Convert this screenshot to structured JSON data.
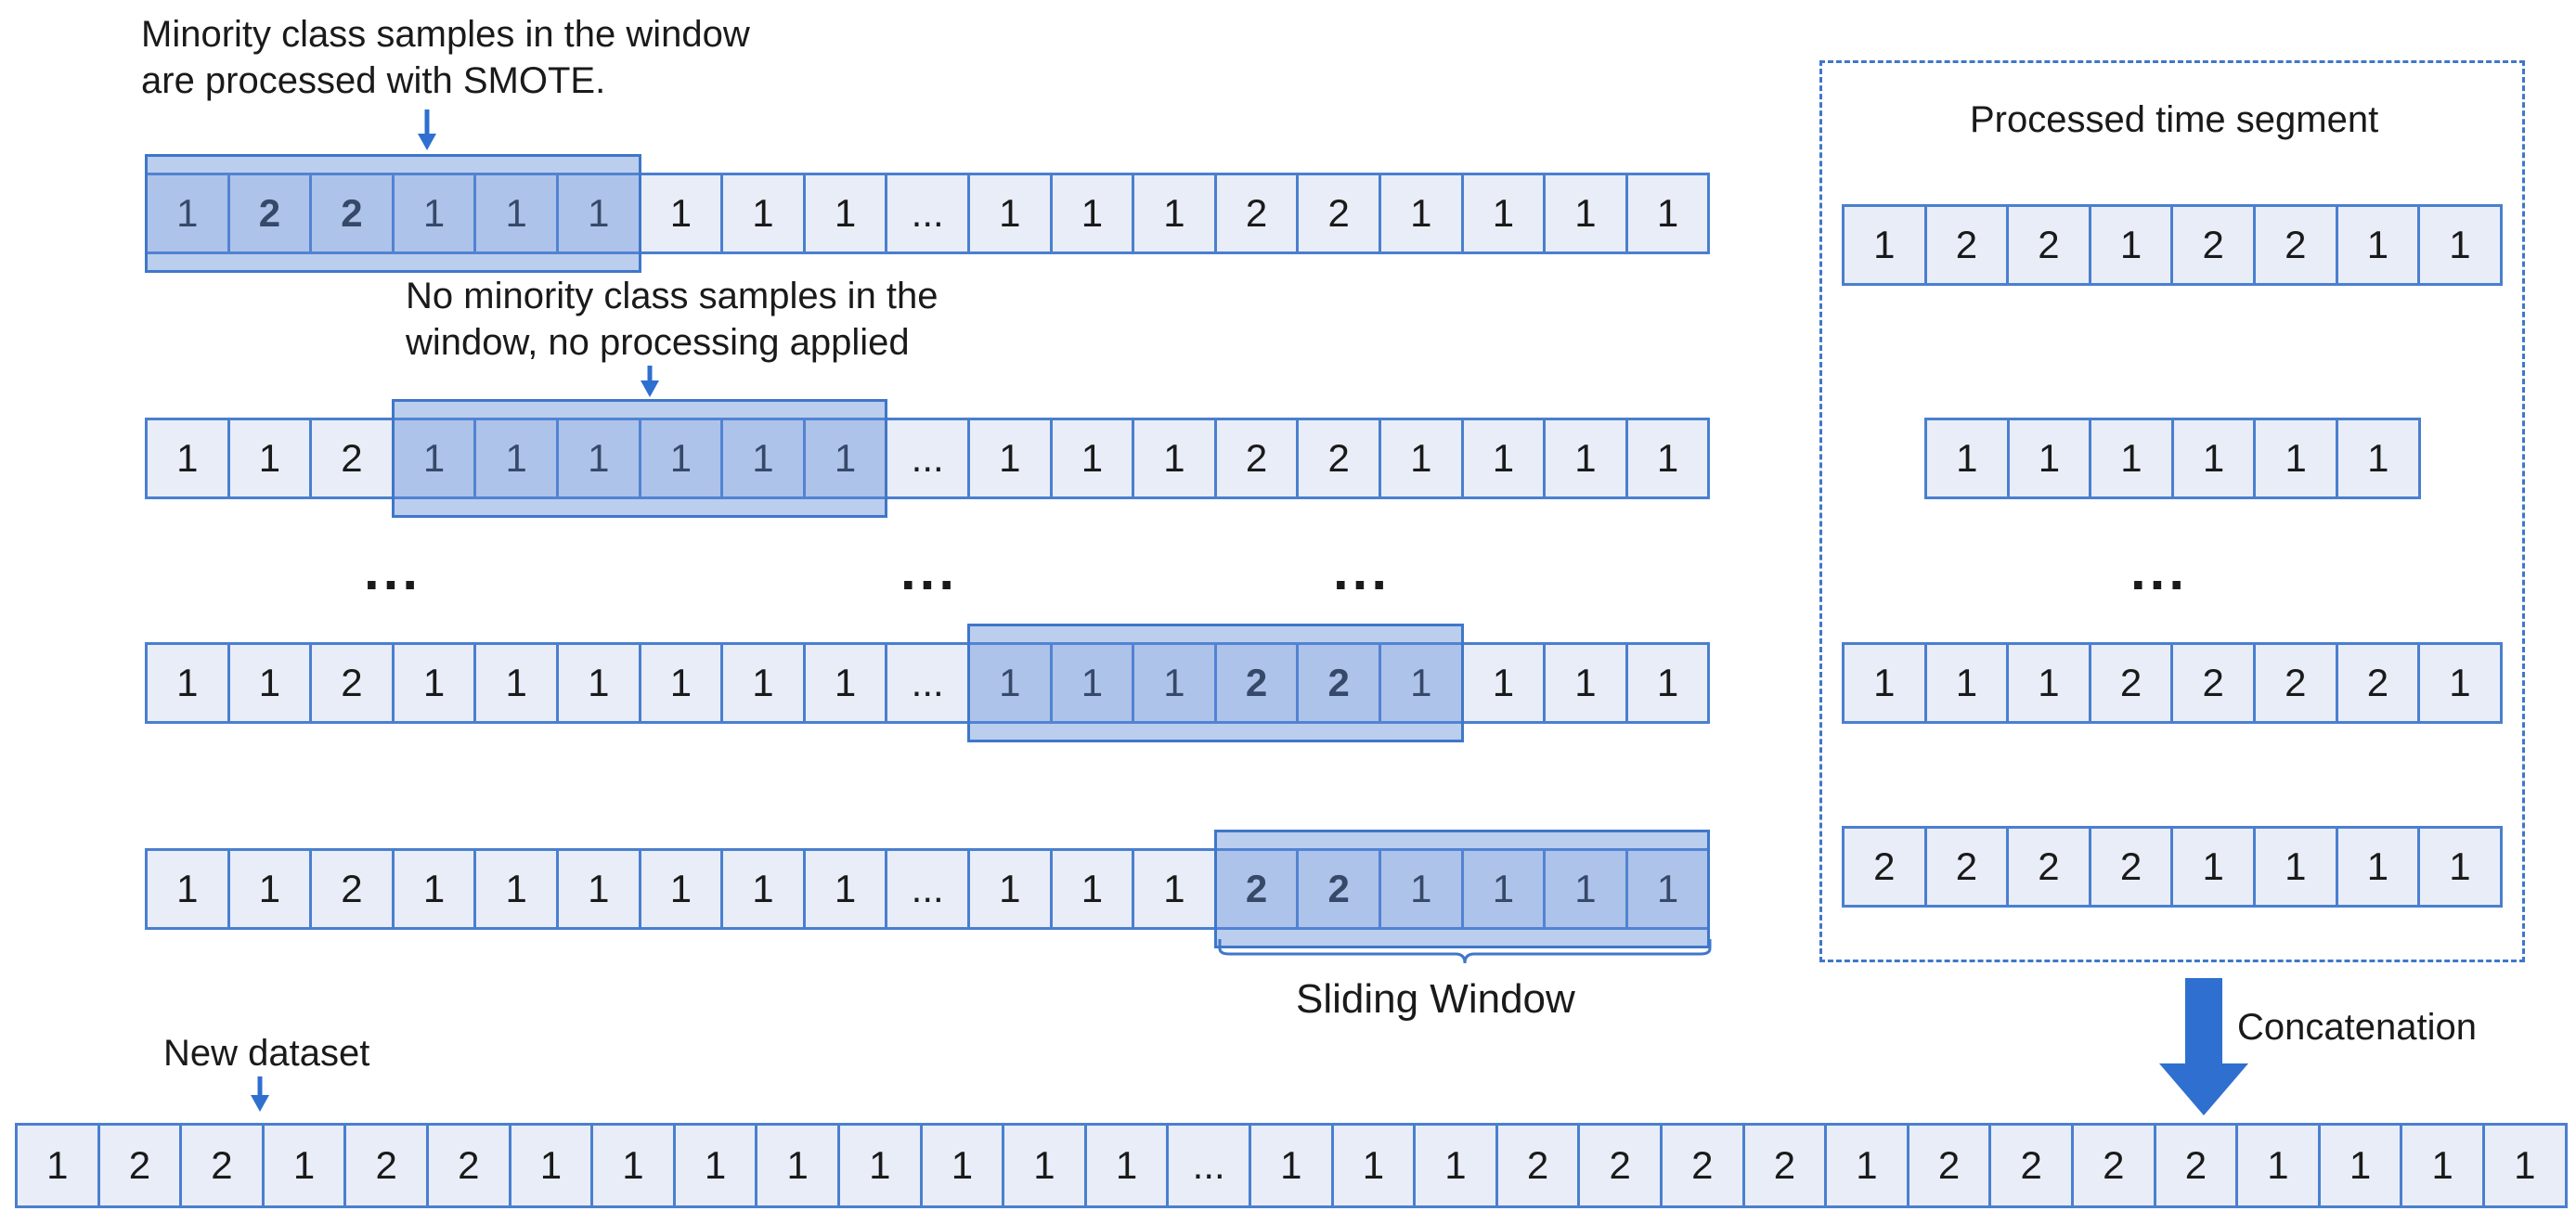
{
  "annotations": {
    "smote_note_line1": "Minority class samples in the window",
    "smote_note_line2": "are processed with SMOTE.",
    "no_minority_line1": "No minority class samples in the",
    "no_minority_line2": "window, no processing applied",
    "sliding_window": "Sliding Window",
    "processed_segment": "Processed time segment",
    "concatenation": "Concatenation",
    "new_dataset": "New dataset",
    "ellipsis": "..."
  },
  "rows": [
    {
      "cells": [
        "1",
        "2",
        "2",
        "1",
        "1",
        "1",
        "1",
        "1",
        "1",
        "...",
        "1",
        "1",
        "1",
        "2",
        "2",
        "1",
        "1",
        "1",
        "1"
      ],
      "bold": [
        1,
        2
      ],
      "window": [
        0,
        5
      ]
    },
    {
      "cells": [
        "1",
        "1",
        "2",
        "1",
        "1",
        "1",
        "1",
        "1",
        "1",
        "...",
        "1",
        "1",
        "1",
        "2",
        "2",
        "1",
        "1",
        "1",
        "1"
      ],
      "bold": [],
      "window": [
        3,
        8
      ]
    },
    {
      "cells": [
        "1",
        "1",
        "2",
        "1",
        "1",
        "1",
        "1",
        "1",
        "1",
        "...",
        "1",
        "1",
        "1",
        "2",
        "2",
        "1",
        "1",
        "1",
        "1"
      ],
      "bold": [
        13,
        14
      ],
      "window": [
        10,
        15
      ]
    },
    {
      "cells": [
        "1",
        "1",
        "2",
        "1",
        "1",
        "1",
        "1",
        "1",
        "1",
        "...",
        "1",
        "1",
        "1",
        "2",
        "2",
        "1",
        "1",
        "1",
        "1"
      ],
      "bold": [
        13,
        14
      ],
      "window": [
        13,
        18
      ]
    }
  ],
  "processed": [
    [
      "1",
      "2",
      "2",
      "1",
      "2",
      "2",
      "1",
      "1"
    ],
    [
      "1",
      "1",
      "1",
      "1",
      "1",
      "1"
    ],
    [
      "1",
      "1",
      "1",
      "2",
      "2",
      "2",
      "2",
      "1"
    ],
    [
      "2",
      "2",
      "2",
      "2",
      "1",
      "1",
      "1",
      "1"
    ]
  ],
  "new_dataset": [
    "1",
    "2",
    "2",
    "1",
    "2",
    "2",
    "1",
    "1",
    "1",
    "1",
    "1",
    "1",
    "1",
    "1",
    "...",
    "1",
    "1",
    "1",
    "2",
    "2",
    "2",
    "2",
    "1",
    "2",
    "2",
    "2",
    "2",
    "1",
    "1",
    "1",
    "1"
  ],
  "colors": {
    "border": "#4a7fd0",
    "cell_bg": "#e9edf7",
    "window": "#5c8ad6",
    "arrow": "#2f6fd0"
  }
}
